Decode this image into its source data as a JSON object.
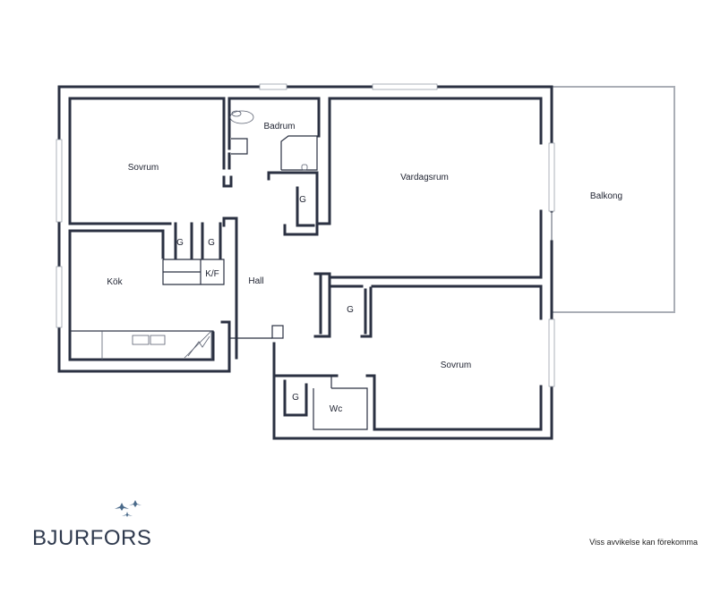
{
  "rooms": {
    "sovrum_top": "Sovrum",
    "badrum": "Badrum",
    "vardagsrum": "Vardagsrum",
    "balkong": "Balkong",
    "g_hall_upper": "G",
    "g_left": "G",
    "g_right": "G",
    "kf": "K/F",
    "kok": "Kök",
    "hall": "Hall",
    "g_center": "G",
    "sovrum_bottom": "Sovrum",
    "g_lower": "G",
    "wc": "Wc"
  },
  "brand": {
    "name": "BJURFORS",
    "mark": "bird-logo-icon"
  },
  "disclaimer": "Viss avvikelse kan förekomma",
  "colors": {
    "wall": "#2b3142",
    "balcony": "#aaaeb6",
    "brand": "#2f3a4e",
    "logo_bird": "#4a6a8a"
  }
}
